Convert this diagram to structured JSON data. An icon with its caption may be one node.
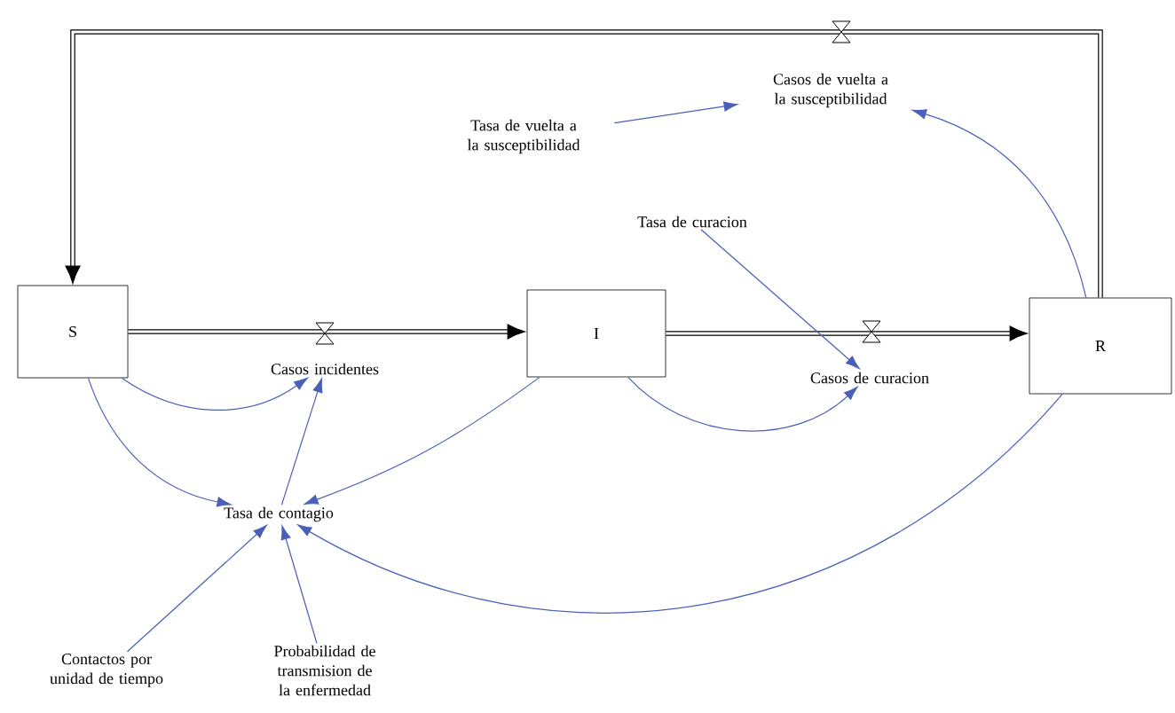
{
  "diagram": {
    "nodes": [
      {
        "text": [
          "S"
        ]
      },
      {
        "text": [
          "I"
        ]
      },
      {
        "text": [
          "R"
        ]
      },
      {
        "text": [
          "Casos incidentes"
        ]
      },
      {
        "text": [
          "Casos de curacion"
        ]
      },
      {
        "text": [
          "Casos de vuelta a la susceptibilidad"
        ]
      },
      {
        "text": [
          "Tasa de vuelta a la susceptibilidad"
        ]
      },
      {
        "text": [
          "Tasa de curacion"
        ]
      },
      {
        "text": [
          "Tasa de contagio"
        ]
      },
      {
        "text": [
          "Contactos por unidad de tiempo"
        ]
      },
      {
        "text": [
          "Probabilidad de transmision de la enfermedad"
        ]
      }
    ],
    "edges": [
      {
        "from": 0,
        "to": 1,
        "arrow": "to",
        "style": "thick",
        "color": "#000000"
      },
      {
        "from": 1,
        "to": 2,
        "arrow": "to",
        "style": "thick",
        "color": "#000000"
      },
      {
        "from": 2,
        "to": 0,
        "arrow": "to",
        "style": "thick",
        "color": "#000000"
      },
      {
        "from": 0,
        "to": 3,
        "arrow": "to"
      },
      {
        "from": 0,
        "to": 8,
        "arrow": "to"
      },
      {
        "from": 8,
        "to": 3,
        "arrow": "to"
      },
      {
        "from": 1,
        "to": 8,
        "arrow": "to"
      },
      {
        "from": 1,
        "to": 4,
        "arrow": "to"
      },
      {
        "from": 7,
        "to": 4,
        "arrow": "to"
      },
      {
        "from": 2,
        "to": 5,
        "arrow": "to"
      },
      {
        "from": 6,
        "to": 5,
        "arrow": "to"
      },
      {
        "from": 2,
        "to": 8,
        "arrow": "to"
      },
      {
        "from": 9,
        "to": 8,
        "arrow": "to"
      },
      {
        "from": 10,
        "to": 8,
        "arrow": "to"
      }
    ]
  }
}
